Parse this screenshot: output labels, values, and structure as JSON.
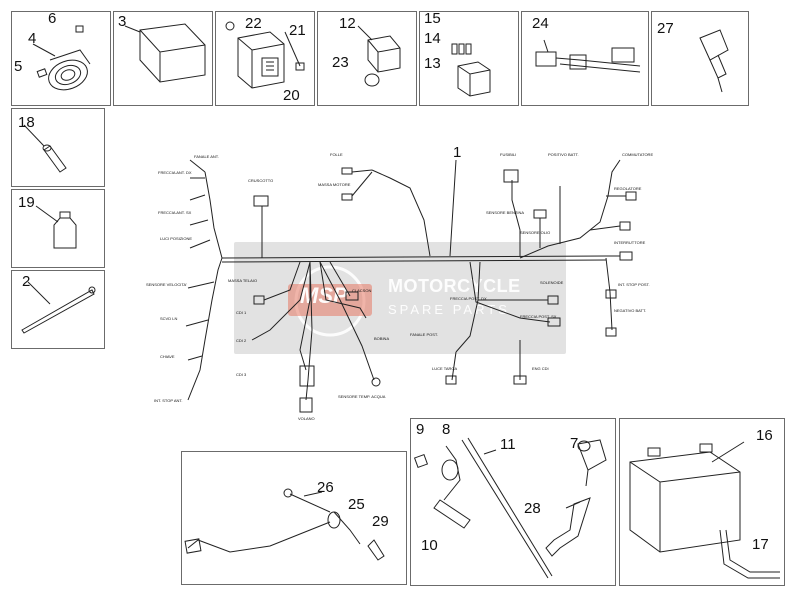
{
  "watermark": {
    "brand": "MOTORCYCLE",
    "subtitle": "SPARE PARTS",
    "logo_text": "MSP"
  },
  "callouts": {
    "p1": "1",
    "p2": "2",
    "p3": "3",
    "p4": "4",
    "p5": "5",
    "p6": "6",
    "p7": "7",
    "p8": "8",
    "p9": "9",
    "p10": "10",
    "p11": "11",
    "p12": "12",
    "p13": "13",
    "p14": "14",
    "p15": "15",
    "p16": "16",
    "p17": "17",
    "p18": "18",
    "p19": "19",
    "p20": "20",
    "p21": "21",
    "p22": "22",
    "p23": "23",
    "p24": "24",
    "p25": "25",
    "p26": "26",
    "p27": "27",
    "p28": "28",
    "p29": "29"
  },
  "harness_labels": {
    "fanale_ant": "FANALE ANT.",
    "freccia_ant_dx": "FRECCIA ANT. DX",
    "freccia_ant_sx": "FRECCIA ANT. SX",
    "luci_posizione": "LUCI POSIZIONE",
    "cruscotto": "CRUSCOTTO",
    "folle": "FOLLE",
    "massa_motore": "MASSA MOTORE",
    "fusibili": "FUSIBILI",
    "positivo_batt": "POSITIVO BATT.",
    "commutatore": "COMMUTATORE",
    "regolatore": "REGOLATORE",
    "sensore_benzina": "SENSORE BENZINA",
    "sensore_olio": "SENSORE OLIO",
    "sensore_velocita": "SENSORE VELOCITA'",
    "interruttore": "INTERRUTTORE",
    "massa_telaio": "MASSA TELAIO",
    "clacson": "CLACSON",
    "bobina": "BOBINA",
    "stop_post": "INT. STOP POST.",
    "negativo_batt": "NEGATIVO BATT.",
    "solenoide": "SOLENOIDE",
    "freccia_post_dx": "FRECCIA POST. DX",
    "freccia_post_sx": "FRECCIA POST. SX",
    "fanale_post": "FANALE POST.",
    "cdi_1": "CDI 1",
    "cdi_2": "CDI 2",
    "cdi_3": "CDI 3",
    "scvd_ln": "SCVD LN",
    "chiave": "CHIAVE",
    "int_stop_ant": "INT. STOP ANT.",
    "luce_targa": "LUCE TARGA",
    "sensore_temp_acqua": "SENSORE TEMP. ACQUA",
    "volano": "VOLANO",
    "eng_cdi": "ENG CDI"
  }
}
